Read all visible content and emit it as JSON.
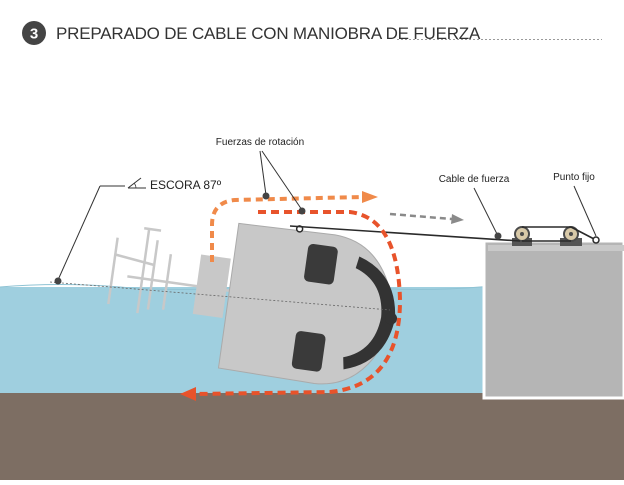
{
  "header": {
    "step_number": "3",
    "title": "PREPARADO DE CABLE CON MANIOBRA DE FUERZA"
  },
  "labels": {
    "rotation_forces": "Fuerzas de rotación",
    "heel_angle": "ESCORA 87º",
    "power_cable": "Cable de fuerza",
    "fixed_point": "Punto fijo"
  },
  "colors": {
    "sea": "#9fcfdf",
    "seabed": "#7d6e63",
    "hull": "#c8c8c8",
    "windows": "#3a3a3a",
    "force_arrow": "#e8532b",
    "force_arrow_light": "#f08a4a",
    "step_badge": "#444444",
    "dock": "#b5b5b5",
    "pull_arrow": "#8a8a8a"
  },
  "icons": {
    "heel_angle_icon": "angle-icon"
  }
}
